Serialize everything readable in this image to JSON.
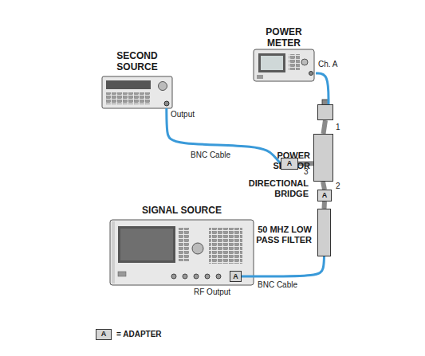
{
  "diagram": {
    "nodes": [
      {
        "text": [
          "POWER METER"
        ]
      },
      {
        "text": [
          "SECOND SOURCE"
        ]
      },
      {
        "text": [
          "POWER SENSOR"
        ]
      },
      {
        "text": [
          "DIRECTIONAL BRIDGE"
        ]
      },
      {
        "text": [
          "A"
        ]
      },
      {
        "text": [
          "A"
        ]
      },
      {
        "text": [
          "50 MHZ LOW PASS FILTER"
        ]
      },
      {
        "text": [
          "SIGNAL SOURCE"
        ]
      },
      {
        "text": [
          "A"
        ],
        "in": 7
      }
    ],
    "edges": [
      {
        "from": 0,
        "to": 2,
        "arrow": "none"
      },
      {
        "from": 2,
        "to": 3,
        "arrow": "none"
      },
      {
        "from": 1,
        "to": 4,
        "label": "BNC Cable",
        "arrow": "none"
      },
      {
        "from": 4,
        "to": 3,
        "arrow": "none"
      },
      {
        "from": 3,
        "to": 5,
        "arrow": "none"
      },
      {
        "from": 5,
        "to": 6,
        "arrow": "none"
      },
      {
        "from": 6,
        "to": 8,
        "label": "BNC Cable",
        "arrow": "none"
      }
    ],
    "labels": [
      "Ch. A",
      "Output",
      "1",
      "3",
      "2",
      "RF Output",
      "A"
    ],
    "legend": [
      {
        "text": "= ADAPTER"
      }
    ]
  }
}
